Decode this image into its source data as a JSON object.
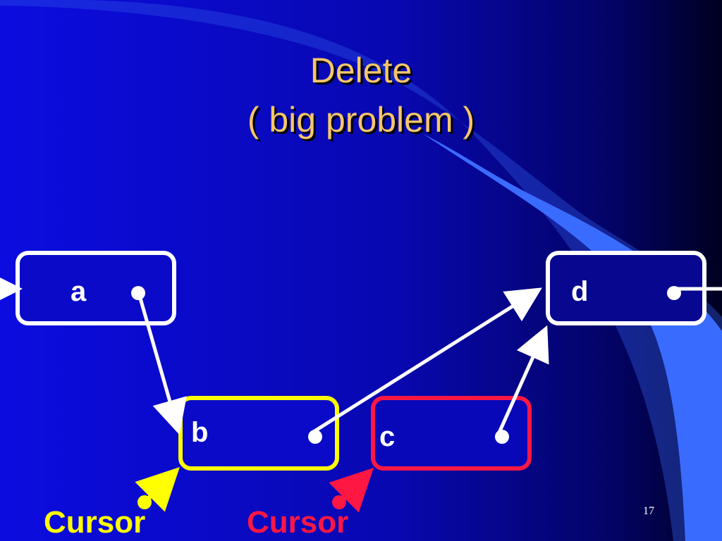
{
  "title": {
    "line1": "Delete",
    "line2": "( big problem )"
  },
  "nodes": {
    "a": {
      "label": "a"
    },
    "b": {
      "label": "b"
    },
    "c": {
      "label": "c"
    },
    "d": {
      "label": "d"
    }
  },
  "cursors": {
    "yellow": {
      "label": "Cursor"
    },
    "red": {
      "label": "Cursor"
    }
  },
  "page_number": "17",
  "colors": {
    "background": "#0B0BD6",
    "title_text": "#F5C66B",
    "node_a_border": "#FFFFFF",
    "node_b_border": "#FFFF00",
    "node_c_border": "#FF1744",
    "node_d_border": "#FFFFFF",
    "yellow_cursor": "#FFFF00",
    "red_cursor": "#FF1744",
    "arrow": "#FFFFFF"
  }
}
